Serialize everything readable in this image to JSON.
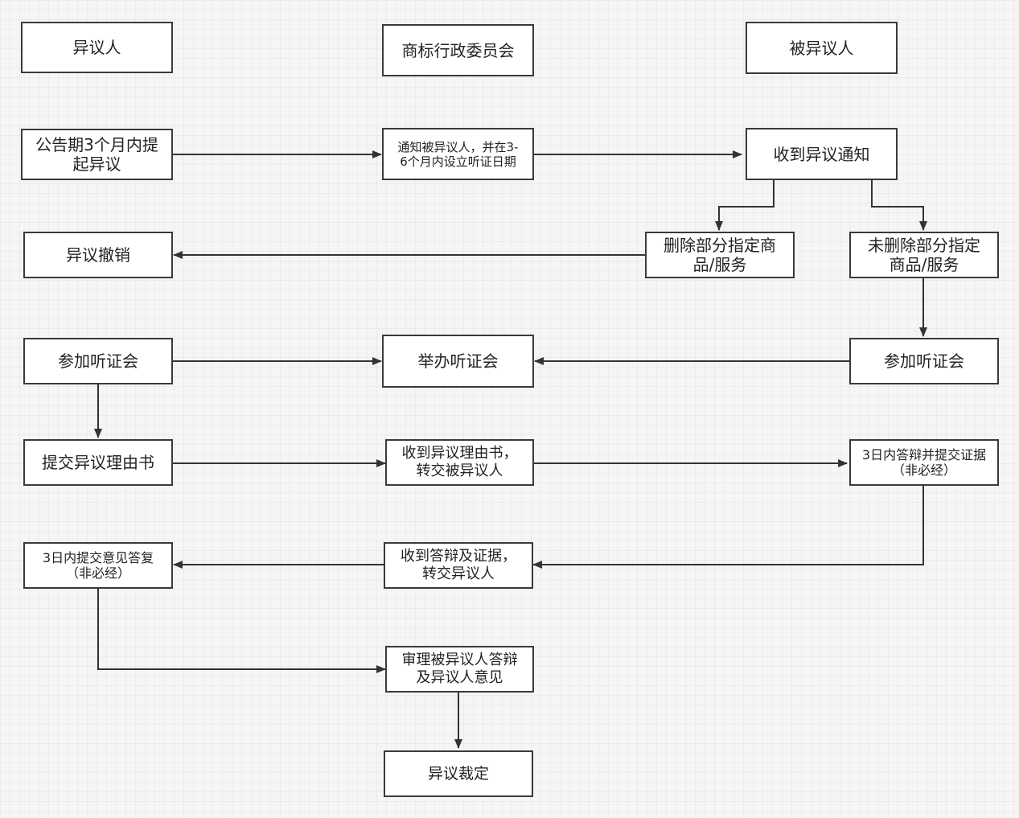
{
  "diagram": {
    "lanes": {
      "opposer": "异议人",
      "committee": "商标行政委员会",
      "opposed": "被异议人"
    },
    "steps": {
      "file_opposition": "公告期3个月内提\n起异议",
      "notify_opposed": "通知被异议人，并在3-\n6个月内设立听证日期",
      "receive_notice": "收到异议通知",
      "delete_goods": "删除部分指定商\n品/服务",
      "not_delete_goods": "未删除部分指定\n商品/服务",
      "opposition_withdrawn": "异议撤销",
      "opposer_attend_hearing": "参加听证会",
      "hold_hearing": "举办听证会",
      "opposed_attend_hearing": "参加听证会",
      "submit_statement": "提交异议理由书",
      "receive_statement": "收到异议理由书，\n转交被异议人",
      "opposed_defense": "3日内答辩并提交证据\n（非必经）",
      "opposer_reply": "3日内提交意见答复\n（非必经）",
      "receive_defense": "收到答辩及证据，\n转交异议人",
      "review": "审理被异议人答辩\n及异议人意见",
      "ruling": "异议裁定"
    }
  }
}
